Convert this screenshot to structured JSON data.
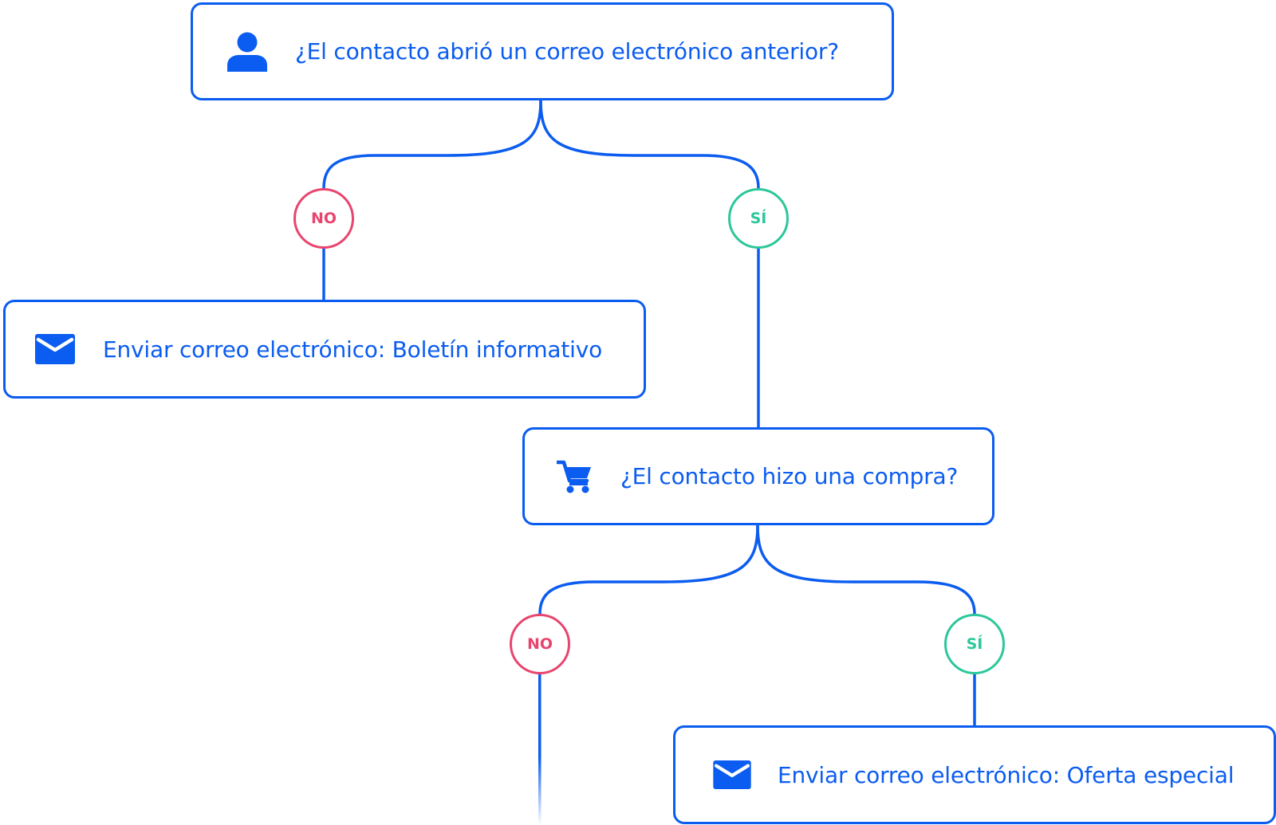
{
  "colors": {
    "primary": "#0b5cf0",
    "no": "#e8456e",
    "yes": "#2cc79a",
    "background": "#ffffff"
  },
  "nodes": {
    "q1": {
      "icon": "person-icon",
      "label": "¿El contacto abrió un correo electrónico anterior?"
    },
    "a1": {
      "icon": "envelope-icon",
      "label": "Enviar correo electrónico: Boletín informativo"
    },
    "q2": {
      "icon": "cart-icon",
      "label": "¿El contacto hizo una compra?"
    },
    "a2": {
      "icon": "envelope-icon",
      "label": "Enviar correo electrónico: Oferta especial"
    }
  },
  "branches": {
    "no_label": "NO",
    "yes_label": "SÍ"
  }
}
